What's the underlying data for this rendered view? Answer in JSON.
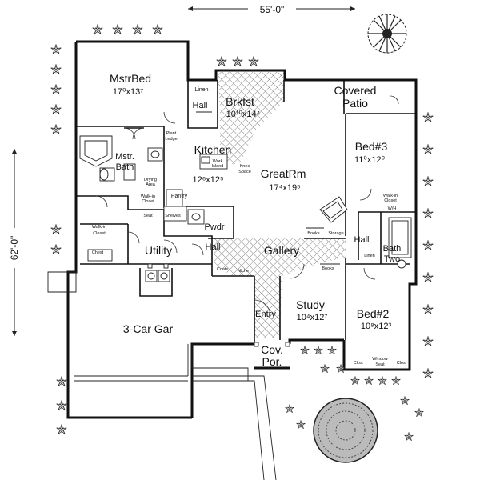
{
  "dimensions": {
    "width": "55'-0\"",
    "depth": "62'-0\""
  },
  "rooms": {
    "master_bed": {
      "name": "MstrBed",
      "size": "17⁰x13⁷"
    },
    "breakfast": {
      "name": "Brkfst",
      "size": "10¹⁰x14⁴"
    },
    "covered_patio": {
      "line1": "Covered",
      "line2": "Patio"
    },
    "kitchen": {
      "name": "Kitchen",
      "size": "12⁶x12⁵"
    },
    "great_room": {
      "name": "GreatRm",
      "size": "17⁴x19⁵"
    },
    "bed3": {
      "name": "Bed#3",
      "size": "11⁰x12⁰"
    },
    "master_bath": {
      "line1": "Mstr.",
      "line2": "Bath"
    },
    "powder": {
      "name": "Pwdr"
    },
    "utility": {
      "name": "Utility"
    },
    "gallery": {
      "name": "Gallery"
    },
    "bath_two": {
      "line1": "Bath",
      "line2": "Two"
    },
    "study": {
      "name": "Study",
      "size": "10⁴x12⁷"
    },
    "bed2": {
      "name": "Bed#2",
      "size": "10⁸x12³"
    },
    "garage": {
      "name": "3-Car Gar"
    },
    "entry": {
      "name": "Entry"
    },
    "covered_porch": {
      "line1": "Cov.",
      "line2": "Por."
    }
  },
  "labels": {
    "hall_master": "Hall",
    "hall_utility": "Hall",
    "hall_bed": "Hall",
    "linen_master": "Linen",
    "linen_bath": "Linen",
    "plant_ledge_1": "Plant",
    "plant_ledge_2": "Ledge",
    "work_island_1": "Work",
    "work_island_2": "Island",
    "knee_space_1": "Knee",
    "knee_space_2": "Space",
    "pantry": "Pantry",
    "shelves": "Shelves",
    "seat": "Seat",
    "drying_area_1": "Drying",
    "drying_area_2": "Area",
    "walkin_closet_master_1": "Walk-in",
    "walkin_closet_master_2": "Closet",
    "walkin_small_1": "Walk-in",
    "walkin_small_2": "Closet",
    "walkin_bed3_1": "Walk-in",
    "walkin_bed3_2": "Closet",
    "chest": "Chest",
    "coats": "Coats",
    "niche": "Niche",
    "books_great": "Books",
    "storage": "Storage",
    "books_study": "Books",
    "clos_left": "Clos.",
    "clos_right": "Clos.",
    "window_seat_1": "Window",
    "window_seat_2": "Seat",
    "wh": "W/H"
  },
  "colors": {
    "wall": "#111111",
    "tile": "#555555",
    "landscape": "#222222"
  }
}
